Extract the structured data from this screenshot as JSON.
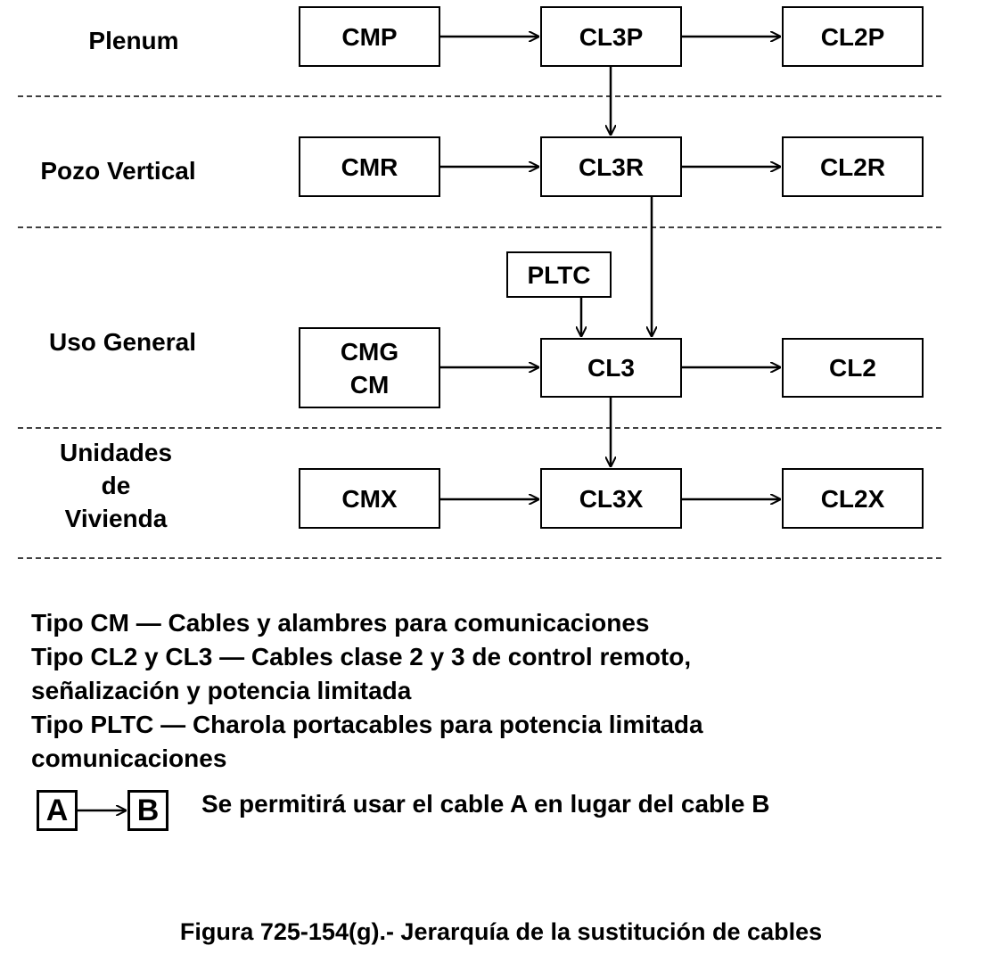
{
  "rows": {
    "plenum": "Plenum",
    "pozo_vertical": "Pozo Vertical",
    "uso_general": "Uso General",
    "unidades": [
      "Unidades",
      "de",
      "Vivienda"
    ]
  },
  "boxes": {
    "cmp": "CMP",
    "cl3p": "CL3P",
    "cl2p": "CL2P",
    "cmr": "CMR",
    "cl3r": "CL3R",
    "cl2r": "CL2R",
    "pltc": "PLTC",
    "cmg_cm": [
      "CMG",
      "CM"
    ],
    "cl3": "CL3",
    "cl2": "CL2",
    "cmx": "CMX",
    "cl3x": "CL3X",
    "cl2x": "CL2X"
  },
  "legend": {
    "line1": "Tipo CM — Cables y alambres para comunicaciones",
    "line2": "Tipo CL2 y CL3 — Cables clase 2 y 3 de control remoto,",
    "line3": "señalización y potencia limitada",
    "line4": "Tipo PLTC — Charola portacables para potencia limitada",
    "line5": "comunicaciones"
  },
  "key": {
    "a": "A",
    "b": "B",
    "text": "Se permitirá usar el cable A en lugar del cable B"
  },
  "caption": "Figura 725-154(g).- Jerarquía de la sustitución de cables"
}
